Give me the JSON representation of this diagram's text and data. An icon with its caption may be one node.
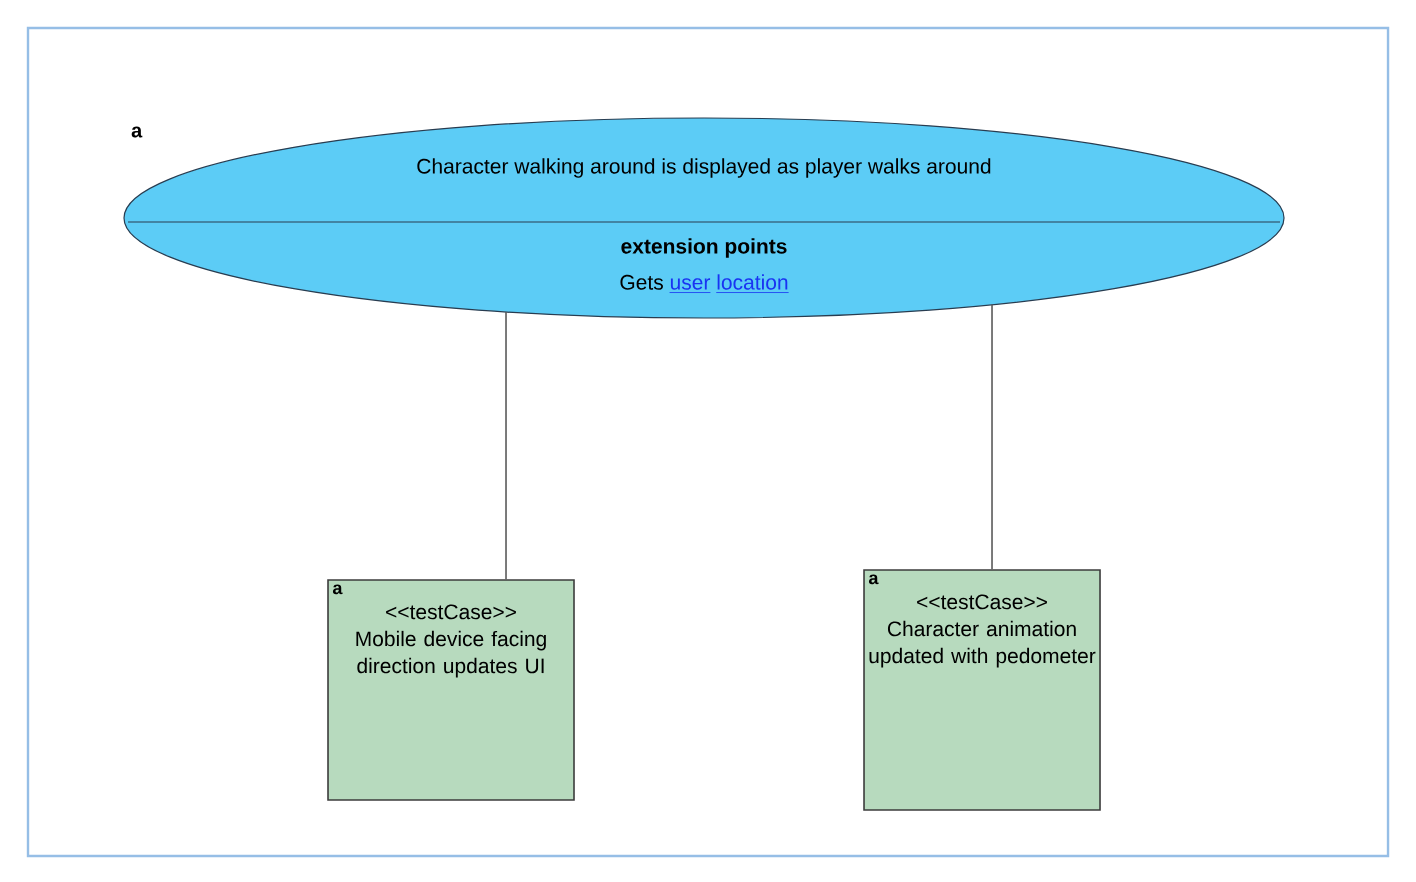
{
  "diagram": {
    "nodes": [
      {
        "text": [
          "Character walking around is displayed as player walks around",
          "extension points",
          "Gets",
          "user",
          "location"
        ],
        "beside": [
          "a"
        ]
      },
      {
        "text": [
          "a",
          "<<testCase>>",
          "Mobile device facing direction updates UI"
        ]
      },
      {
        "text": [
          "a",
          "<<testCase>>",
          "Character animation updated with pedometer"
        ]
      }
    ],
    "edges": [
      {
        "from": 0,
        "to": 1,
        "arrow": "none"
      },
      {
        "from": 0,
        "to": 2,
        "arrow": "none"
      }
    ]
  }
}
